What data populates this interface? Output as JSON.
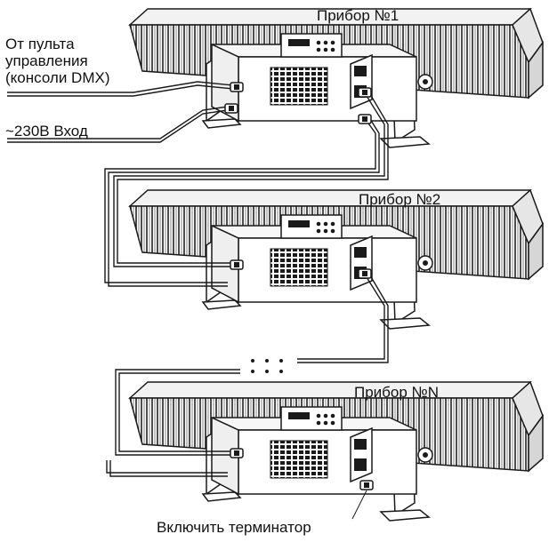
{
  "labels": {
    "source_lines": [
      "От пульта",
      "управления",
      "(консоли DMX)"
    ],
    "power": "~230В Вход",
    "terminator": "Включить терминатор"
  },
  "devices": [
    {
      "title": "Прибор №1"
    },
    {
      "title": "Прибор №2"
    },
    {
      "title": "Прибор №N"
    }
  ],
  "icons": {
    "fixture": "led-wall-washer-fixture-icon",
    "connector": "xlr-connector-icon",
    "continuation": "ellipsis-dots-icon"
  },
  "colors": {
    "line": "#1a1a1a",
    "background": "#ffffff"
  }
}
